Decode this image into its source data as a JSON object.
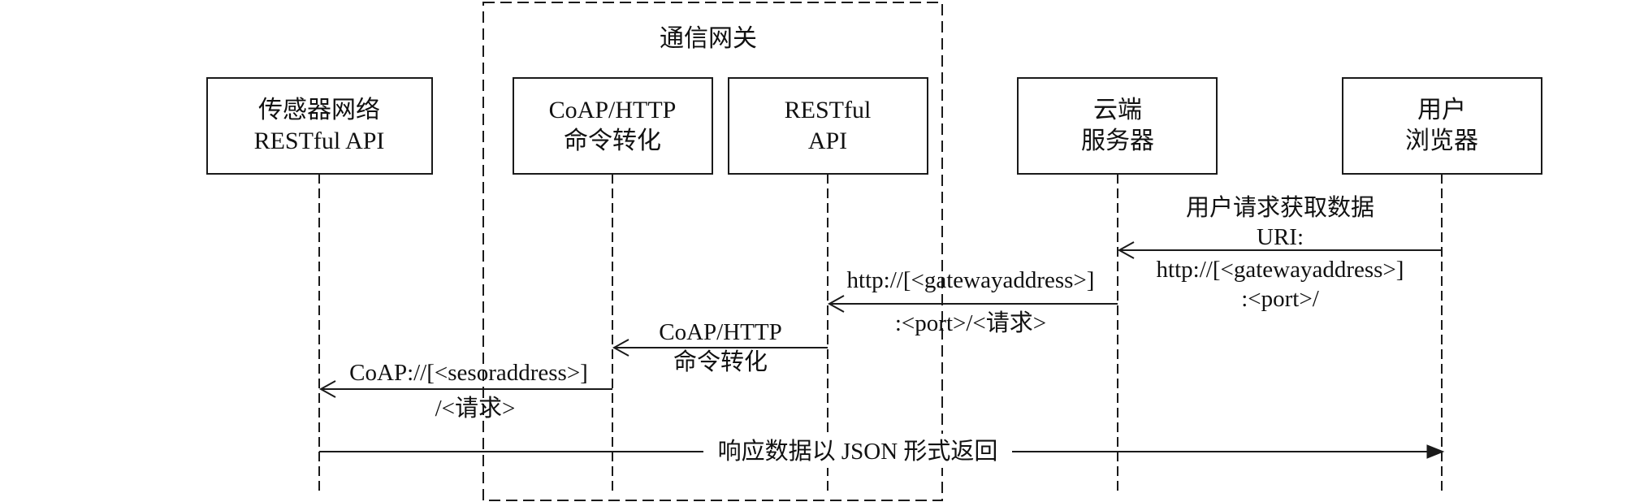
{
  "gateway_group": {
    "label": "通信网关"
  },
  "participants": [
    {
      "id": "sensor",
      "lines": [
        "传感器网络",
        "RESTful API"
      ]
    },
    {
      "id": "coap_http",
      "lines": [
        "CoAP/HTTP",
        "命令转化"
      ]
    },
    {
      "id": "restful",
      "lines": [
        "RESTful",
        "API"
      ]
    },
    {
      "id": "cloud",
      "lines": [
        "云端",
        "服务器"
      ]
    },
    {
      "id": "browser",
      "lines": [
        "用户",
        "浏览器"
      ]
    }
  ],
  "messages": [
    {
      "id": "user-request",
      "from": "browser",
      "to": "cloud",
      "head": "open",
      "lines": [
        "用户请求获取数据",
        "URI:",
        "http://[<gatewayaddress>]",
        ":<port>/"
      ]
    },
    {
      "id": "cloud-to-gateway",
      "from": "cloud",
      "to": "restful",
      "head": "open",
      "lines": [
        "http://[<gatewayaddress>]",
        ":<port>/<请求>"
      ]
    },
    {
      "id": "restful-to-convert",
      "from": "restful",
      "to": "coap_http",
      "head": "open",
      "lines": [
        "CoAP/HTTP",
        "命令转化"
      ]
    },
    {
      "id": "convert-to-sensor",
      "from": "coap_http",
      "to": "sensor",
      "head": "open",
      "lines": [
        "CoAP://[<sesoraddress>]",
        "/<请求>"
      ]
    },
    {
      "id": "json-response",
      "from": "sensor",
      "to": "browser",
      "head": "filled",
      "lines": [
        "响应数据以 JSON 形式返回"
      ]
    }
  ]
}
